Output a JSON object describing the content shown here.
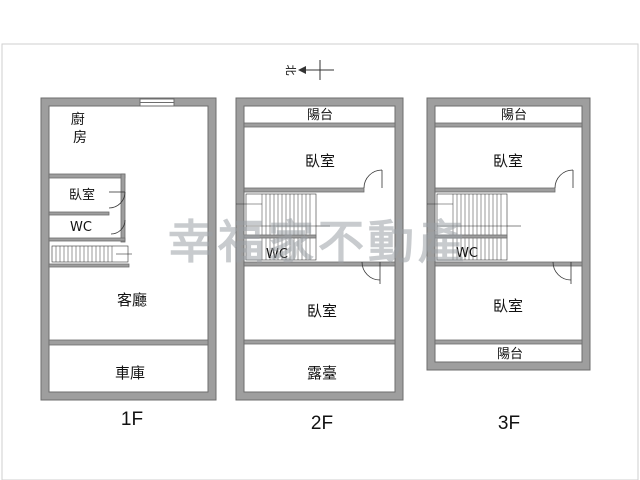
{
  "compass": {
    "label": "北"
  },
  "watermark": "幸福家不動產",
  "floors": {
    "f1": {
      "label": "1F",
      "rooms": {
        "kitchen": "廚\n房",
        "bedroom": "臥室",
        "wc": "WC",
        "living": "客廳",
        "garage": "車庫"
      }
    },
    "f2": {
      "label": "2F",
      "rooms": {
        "balcony": "陽台",
        "bedroom_top": "臥室",
        "wc": "WC",
        "bedroom_bottom": "臥室",
        "terrace": "露臺"
      }
    },
    "f3": {
      "label": "3F",
      "rooms": {
        "balcony_top": "陽台",
        "bedroom_top": "臥室",
        "wc": "WC",
        "bedroom_bottom": "臥室",
        "balcony_bottom": "陽台"
      }
    }
  },
  "colors": {
    "wall": "#9e9e9e",
    "wall_edge": "#6d6d6d",
    "line": "#333333",
    "border": "#cfcfcf"
  }
}
